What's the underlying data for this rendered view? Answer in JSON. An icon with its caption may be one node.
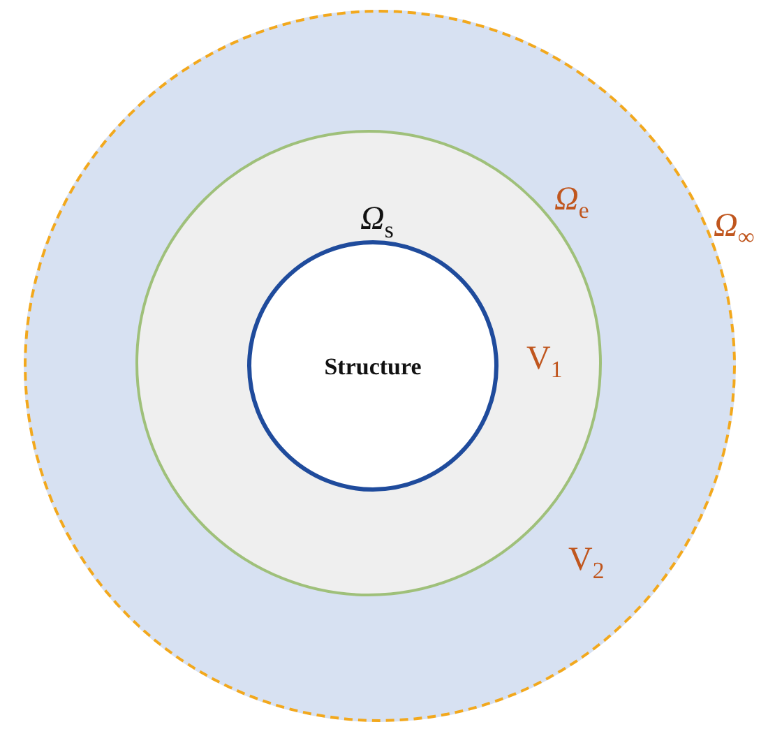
{
  "diagram": {
    "nodes": [
      {
        "text": [],
        "shape": "circle"
      },
      {
        "text": [
          "V$_{1}$"
        ],
        "in": 0
      },
      {
        "text": [
          "Structure"
        ],
        "in": 1,
        "beside": [
          "*Ω*$_{s}$"
        ]
      }
    ],
    "labels": [
      "*Ω*$_{e}$",
      "*Ω*$_{∞}$",
      "V$_{2}$"
    ]
  }
}
